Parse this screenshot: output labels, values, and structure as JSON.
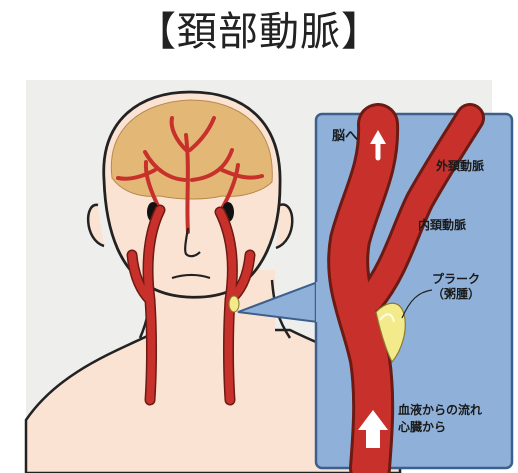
{
  "title": "【頚部動脈】",
  "labels": {
    "to_brain": "脳へ",
    "external_carotid": "外頚動脈",
    "internal_carotid": "内頚動脈",
    "plaque_line1": "プラーク",
    "plaque_line2": "（粥腫）",
    "flow_line1": "血液からの流れ",
    "flow_line2": "心臓から"
  },
  "colors": {
    "artery": "#c8312b",
    "artery_outline": "#6b1a14",
    "skin": "#fbe3d4",
    "brain": "#e3b877",
    "inset_bg": "#8fb1d9",
    "plaque": "#f3ea8c",
    "outline": "#222222"
  }
}
